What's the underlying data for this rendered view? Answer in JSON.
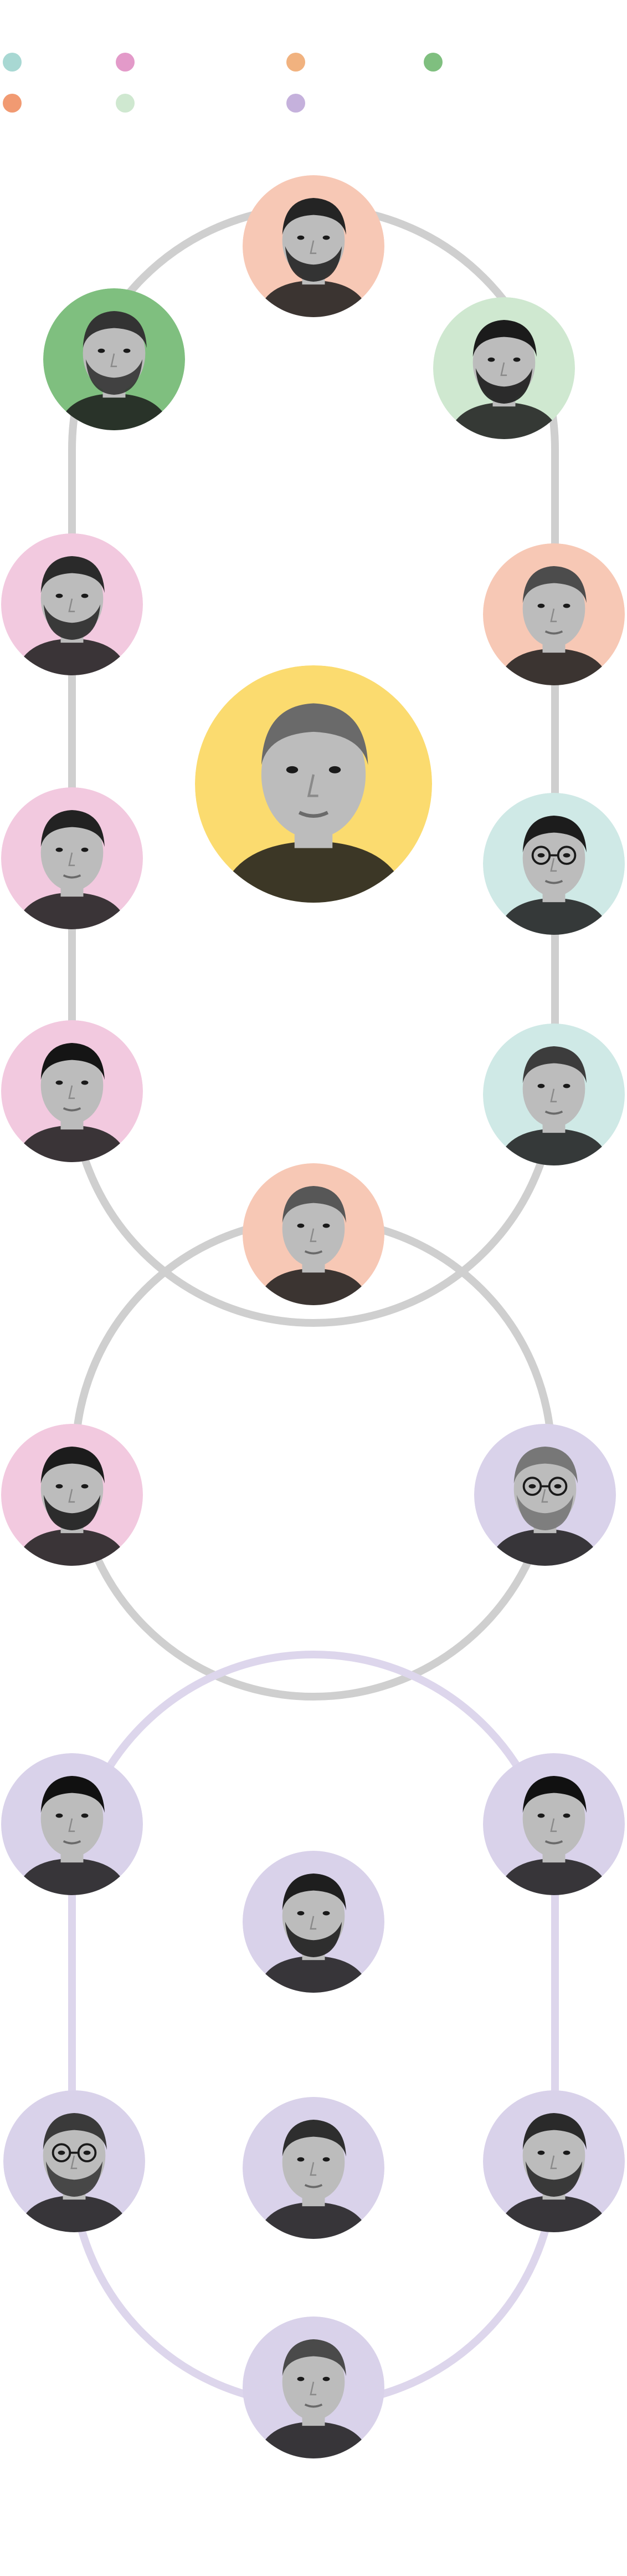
{
  "palette": {
    "light_green": "#cfe8d0",
    "green": "#7fbf7f",
    "dark_green": "#72b673",
    "pink": "#f2c9df",
    "magenta": "#e39ac9",
    "orange": "#f19a72",
    "peach": "#f7c8b5",
    "light_orange": "#f1b27f",
    "yellow": "#fbdb6f",
    "teal_light": "#cfe9e6",
    "teal": "#a8d8d3",
    "lavender": "#d9d2ea",
    "purple": "#c5b1dc",
    "line_gray": "#cfcfcf",
    "line_lavender": "#ddd6ec",
    "skin": "#bcbcbc",
    "dark": "#1a1a1a"
  },
  "legend": [
    {
      "id": "teal",
      "color": "#a8d8d3"
    },
    {
      "id": "orange",
      "color": "#f19a72"
    },
    {
      "id": "magenta",
      "color": "#e39ac9"
    },
    {
      "id": "light-green",
      "color": "#cfe8d0"
    },
    {
      "id": "light-orange",
      "color": "#f1b27f"
    },
    {
      "id": "purple",
      "color": "#c5b1dc"
    },
    {
      "id": "green",
      "color": "#7fbf7f"
    }
  ],
  "groups": [
    {
      "id": "group-upper",
      "color": "#cfcfcf"
    },
    {
      "id": "group-middle",
      "color": "#cfcfcf"
    },
    {
      "id": "group-lower",
      "color": "#ddd6ec"
    }
  ],
  "people": [
    {
      "id": "portrait-01",
      "bg": "#f7c8b5",
      "hair": "#242424",
      "glasses": false,
      "beard": true
    },
    {
      "id": "portrait-02",
      "bg": "#7fbf7f",
      "hair": "#333333",
      "glasses": false,
      "beard": true
    },
    {
      "id": "portrait-03",
      "bg": "#cfe8d0",
      "hair": "#1b1b1b",
      "glasses": false,
      "beard": true
    },
    {
      "id": "portrait-04",
      "bg": "#f2c9df",
      "hair": "#2a2a2a",
      "glasses": false,
      "beard": true
    },
    {
      "id": "portrait-05",
      "bg": "#f7c8b5",
      "hair": "#4c4c4c",
      "glasses": false,
      "beard": false
    },
    {
      "id": "portrait-06",
      "bg": "#fbdb6f",
      "hair": "#6a6a6a",
      "glasses": false,
      "beard": false
    },
    {
      "id": "portrait-07",
      "bg": "#f2c9df",
      "hair": "#222222",
      "glasses": false,
      "beard": false
    },
    {
      "id": "portrait-08",
      "bg": "#cfe9e6",
      "hair": "#1c1c1c",
      "glasses": true,
      "beard": false
    },
    {
      "id": "portrait-09",
      "bg": "#f2c9df",
      "hair": "#151515",
      "glasses": false,
      "beard": false
    },
    {
      "id": "portrait-10",
      "bg": "#cfe9e6",
      "hair": "#3c3c3c",
      "glasses": false,
      "beard": false
    },
    {
      "id": "portrait-11",
      "bg": "#f7c8b5",
      "hair": "#575757",
      "glasses": false,
      "beard": false
    },
    {
      "id": "portrait-12",
      "bg": "#f2c9df",
      "hair": "#1c1c1c",
      "glasses": false,
      "beard": true
    },
    {
      "id": "portrait-13",
      "bg": "#d9d2ea",
      "hair": "#777777",
      "glasses": true,
      "beard": true
    },
    {
      "id": "portrait-14",
      "bg": "#d9d2ea",
      "hair": "#111111",
      "glasses": false,
      "beard": false
    },
    {
      "id": "portrait-15",
      "bg": "#d9d2ea",
      "hair": "#111111",
      "glasses": false,
      "beard": false
    },
    {
      "id": "portrait-16",
      "bg": "#d9d2ea",
      "hair": "#1e1e1e",
      "glasses": false,
      "beard": true
    },
    {
      "id": "portrait-17",
      "bg": "#d9d2ea",
      "hair": "#3a3a3a",
      "glasses": true,
      "beard": true
    },
    {
      "id": "portrait-18",
      "bg": "#d9d2ea",
      "hair": "#2e2e2e",
      "glasses": false,
      "beard": false
    },
    {
      "id": "portrait-19",
      "bg": "#d9d2ea",
      "hair": "#2a2a2a",
      "glasses": false,
      "beard": true
    },
    {
      "id": "portrait-20",
      "bg": "#d9d2ea",
      "hair": "#4a4a4a",
      "glasses": false,
      "beard": false
    }
  ]
}
